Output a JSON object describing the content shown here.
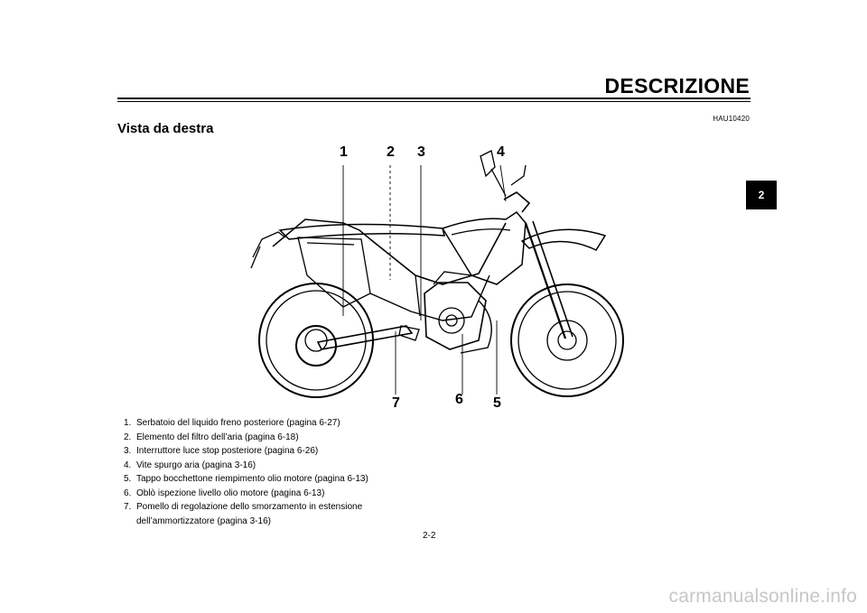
{
  "header": {
    "title": "DESCRIZIONE"
  },
  "ref_code": "HAU10420",
  "section": {
    "title": "Vista da destra"
  },
  "chapter_tab": "2",
  "figure": {
    "callouts": [
      "1",
      "2",
      "3",
      "4",
      "5",
      "6",
      "7"
    ]
  },
  "legend": [
    {
      "num": "1.",
      "text": "Serbatoio del liquido freno posteriore (pagina 6-27)"
    },
    {
      "num": "2.",
      "text": "Elemento del filtro dell’aria (pagina 6-18)"
    },
    {
      "num": "3.",
      "text": "Interruttore luce stop posteriore (pagina 6-26)"
    },
    {
      "num": "4.",
      "text": "Vite spurgo aria (pagina 3-16)"
    },
    {
      "num": "5.",
      "text": "Tappo bocchettone riempimento olio motore (pagina 6-13)"
    },
    {
      "num": "6.",
      "text": "Oblò ispezione livello olio motore (pagina 6-13)"
    },
    {
      "num": "7.",
      "text": "Pomello di regolazione dello smorzamento in estensione dell’ammortizzatore (pagina 3-16)"
    }
  ],
  "page_number": "2-2",
  "watermark": "carmanualsonline.info"
}
